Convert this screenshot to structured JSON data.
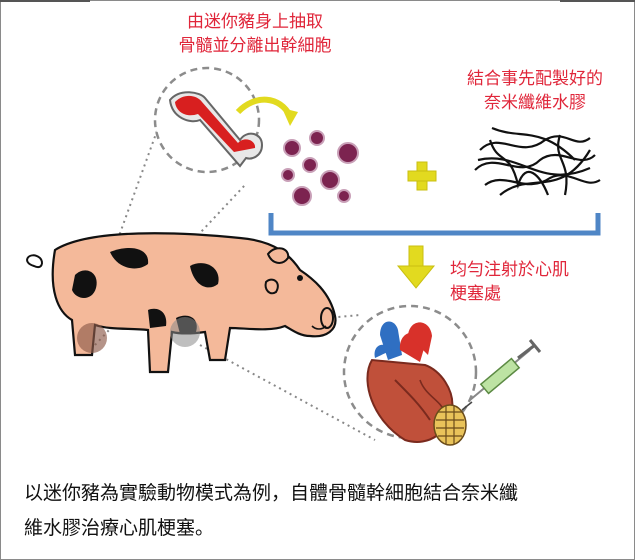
{
  "labels": {
    "extract_line1": "由迷你豬身上抽取",
    "extract_line2": "骨髓並分離出幹細胞",
    "combine_line1": "結合事先配製好的",
    "combine_line2": "奈米纖維水膠",
    "inject_line1": "均勻注射於心肌",
    "inject_line2": "梗塞處"
  },
  "caption": {
    "line1": "以迷你豬為實驗動物模式為例，自體骨髓幹細胞結合奈米纖",
    "line2": "維水膠治療心肌梗塞。"
  },
  "colors": {
    "label_red": "#e0263a",
    "bracket_blue": "#4f86c6",
    "arrow_yellow": "#e2da1f",
    "cell_purple": "#8a2a55",
    "pig_pink": "#f4b99a",
    "pig_black": "#111111",
    "bone_red": "#e02a2a",
    "heart_red": "#c0392b"
  }
}
